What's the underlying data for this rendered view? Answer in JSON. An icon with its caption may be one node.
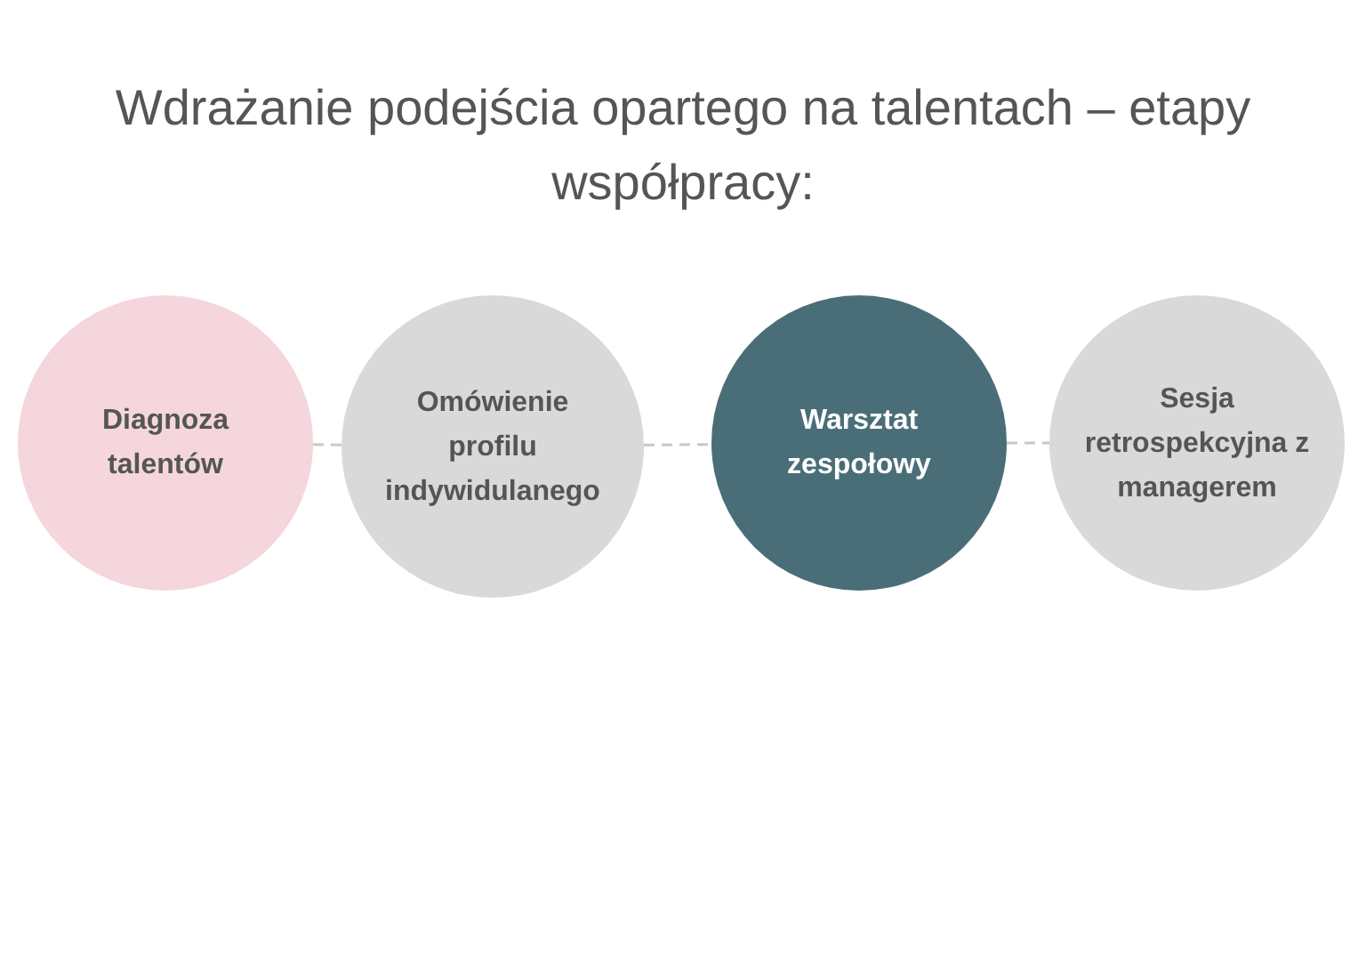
{
  "diagram": {
    "title": "Wdrażanie podejścia opartego na talentach – etapy współpracy:",
    "nodes": [
      {
        "text": [
          "Diagnoza talentów"
        ]
      },
      {
        "text": [
          "Omówienie profilu indywidulanego"
        ]
      },
      {
        "text": [
          "Warsztat zespołowy"
        ]
      },
      {
        "text": [
          "Sesja retrospekcyjna z managerem"
        ]
      }
    ],
    "edges": [
      {
        "from": 0,
        "to": 1,
        "arrow": "none",
        "style": "dashed"
      },
      {
        "from": 1,
        "to": 2,
        "arrow": "none",
        "style": "dashed"
      },
      {
        "from": 2,
        "to": 3,
        "arrow": "none",
        "style": "dashed"
      }
    ]
  }
}
